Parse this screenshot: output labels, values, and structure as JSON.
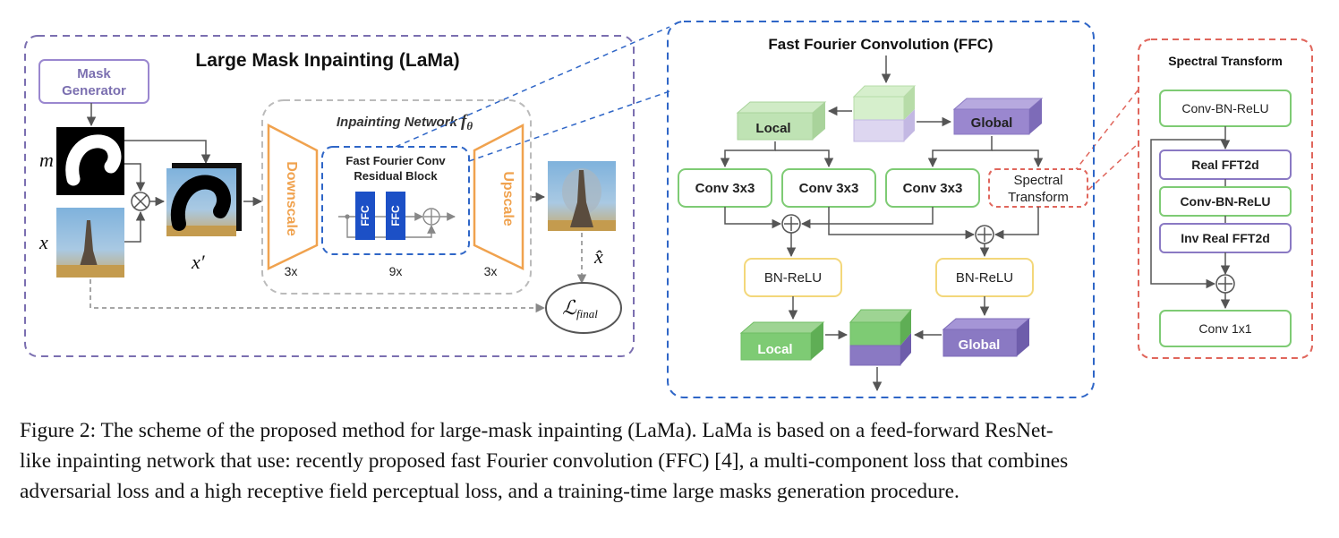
{
  "panels": {
    "lama_title": "Large Mask Inpainting (LaMa)",
    "ffc_title": "Fast Fourier Convolution (FFC)",
    "spectral_title": "Spectral Transform"
  },
  "lama": {
    "mask_generator_line1": "Mask",
    "mask_generator_line2": "Generator",
    "label_m": "m",
    "label_x": "x",
    "label_xprime": "x′",
    "label_xhat": "x̂",
    "multiply_symbol": "⊗",
    "network_title": "Inpainting Network",
    "network_symbol": "f",
    "network_subscript": "θ",
    "downscale": "Downscale",
    "upscale": "Upscale",
    "ffc_block_line1": "Fast Fourier Conv",
    "ffc_block_line2": "Residual Block",
    "ffc_label": "FFC",
    "plus_symbol": "⊕",
    "rep_downscale": "3x",
    "rep_block": "9x",
    "rep_upscale": "3x",
    "loss_symbol": "ℒ",
    "loss_subscript": "final"
  },
  "ffc": {
    "local": "Local",
    "global": "Global",
    "conv_a": "Conv 3x3",
    "conv_b": "Conv 3x3",
    "conv_c": "Conv 3x3",
    "spectral_line1": "Spectral",
    "spectral_line2": "Transform",
    "bn_relu_left": "BN-ReLU",
    "bn_relu_right": "BN-ReLU",
    "local_out": "Local",
    "global_out": "Global"
  },
  "spectral": {
    "conv_bn_relu_top": "Conv-BN-ReLU",
    "real_fft": "Real FFT2d",
    "conv_bn_relu_mid": "Conv-BN-ReLU",
    "inv_fft": "Inv Real FFT2d",
    "conv_1x1": "Conv 1x1"
  },
  "caption": {
    "line1": "Figure 2: The scheme of the proposed method for large-mask inpainting (LaMa). LaMa is based on a feed-forward ResNet-",
    "line2": "like inpainting network that use: recently proposed fast Fourier convolution (FFC) [4], a multi-component loss that combines",
    "line3": "adversarial loss and a high receptive field perceptual loss, and a training-time large masks generation procedure."
  },
  "colors": {
    "lama_border": "#7b6fb0",
    "ffc_border": "#2f66c7",
    "spectral_border": "#e0665c",
    "orange": "#f0a24e",
    "blue_block": "#1c50c6",
    "local_green": "#bfe3b4",
    "global_purple": "#9a87cf",
    "box_green": "#7ecb74",
    "box_yellow": "#f3d77a",
    "box_purple": "#8a79c3"
  }
}
